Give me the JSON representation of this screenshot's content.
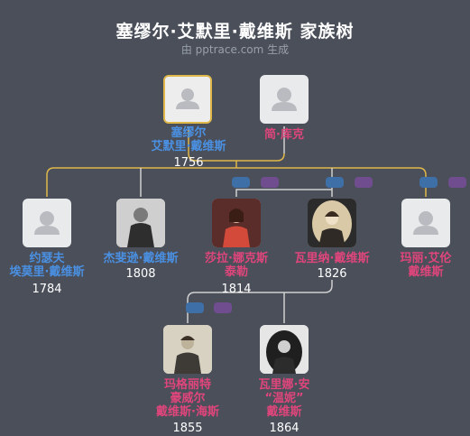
{
  "header": {
    "title": "塞缪尔·艾默里·戴维斯 家族树",
    "subtitle": "由 pptrace.com 生成"
  },
  "colors": {
    "male": "#4a90e2",
    "female": "#e0457b",
    "link": "#e0b84a",
    "bg": "#4a4f5a"
  },
  "people": {
    "samuel": {
      "name1": "塞缪尔",
      "name2": "艾默里·戴维斯",
      "year": "1756"
    },
    "jane": {
      "name1": "简·库克"
    },
    "joseph": {
      "name1": "约瑟夫",
      "name2": "埃莫里·戴维斯",
      "year": "1784"
    },
    "jefferson": {
      "name1": "杰斐逊·戴维斯",
      "year": "1808"
    },
    "sarah": {
      "name1": "莎拉·娜克斯",
      "name2": "泰勒",
      "year": "1814"
    },
    "varina": {
      "name1": "瓦里纳·戴维斯",
      "year": "1826"
    },
    "mary": {
      "name1": "玛丽·艾伦",
      "name2": "戴维斯"
    },
    "margaret": {
      "name1": "玛格丽特",
      "name2": "豪威尔",
      "name3": "戴维斯·海斯",
      "year": "1855"
    },
    "winnie": {
      "name1": "瓦里娜·安",
      "name2": "“温妮”",
      "name3": "戴维斯",
      "year": "1864"
    }
  }
}
